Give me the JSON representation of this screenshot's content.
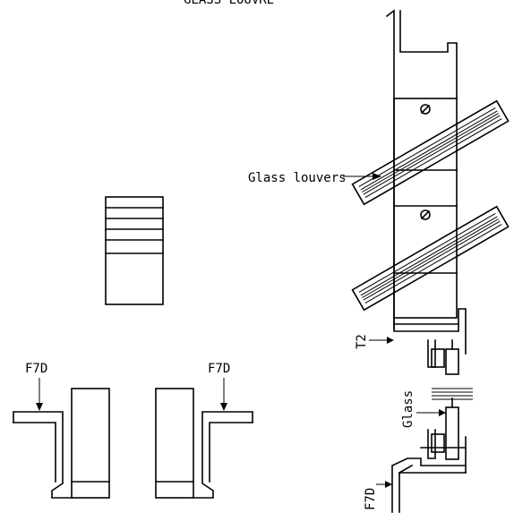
{
  "title": "GLASS   LOUVRE",
  "labels": {
    "glass_louvers": "Glass louvers",
    "f7d_left": "F7D",
    "f7d_right": "F7D",
    "f7d_bottom": "F7D",
    "t2": "T2",
    "glass": "Glass"
  }
}
